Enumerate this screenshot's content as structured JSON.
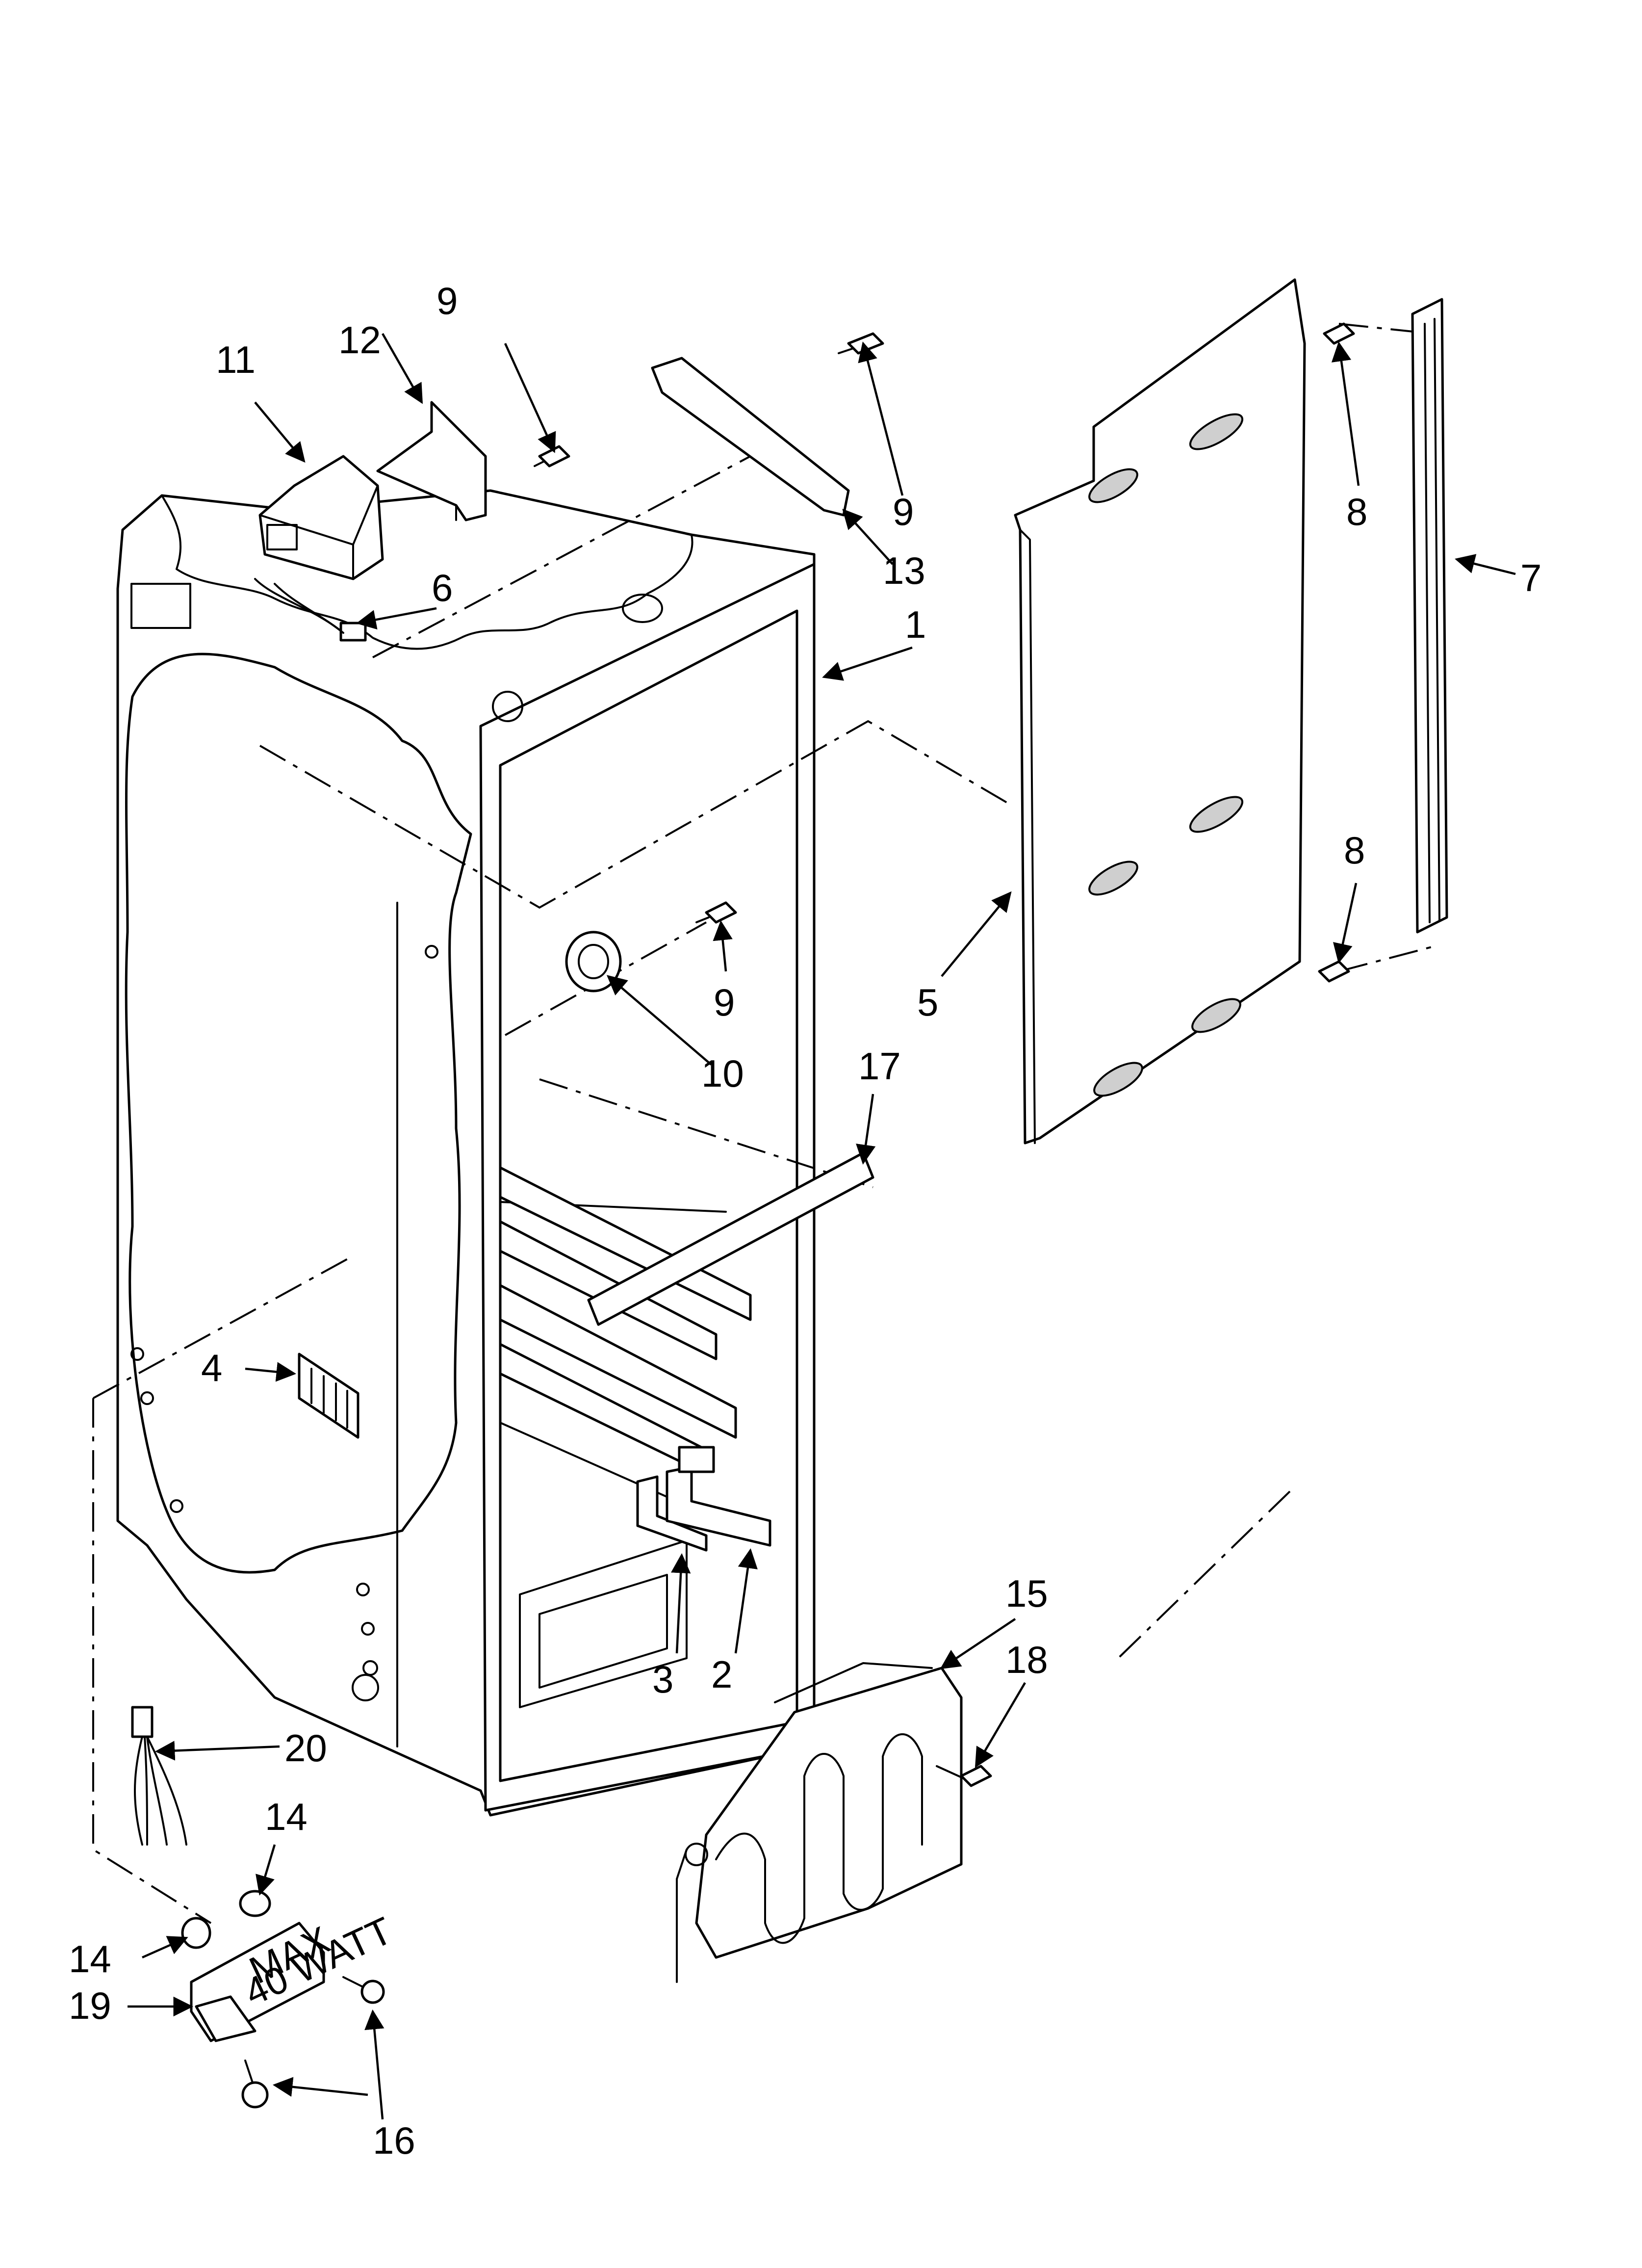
{
  "labels": {
    "l1": "1",
    "l2": "2",
    "l3": "3",
    "l4": "4",
    "l5": "5",
    "l6": "6",
    "l7": "7",
    "l8a": "8",
    "l8b": "8",
    "l9a": "9",
    "l9b": "9",
    "l9c": "9",
    "l10": "10",
    "l11": "11",
    "l12": "12",
    "l13": "13",
    "l14a": "14",
    "l14b": "14",
    "l15": "15",
    "l16": "16",
    "l17": "17",
    "l18": "18",
    "l19": "19",
    "l20": "20"
  },
  "light_socket_marking": [
    "MAX",
    "40 WATT"
  ]
}
